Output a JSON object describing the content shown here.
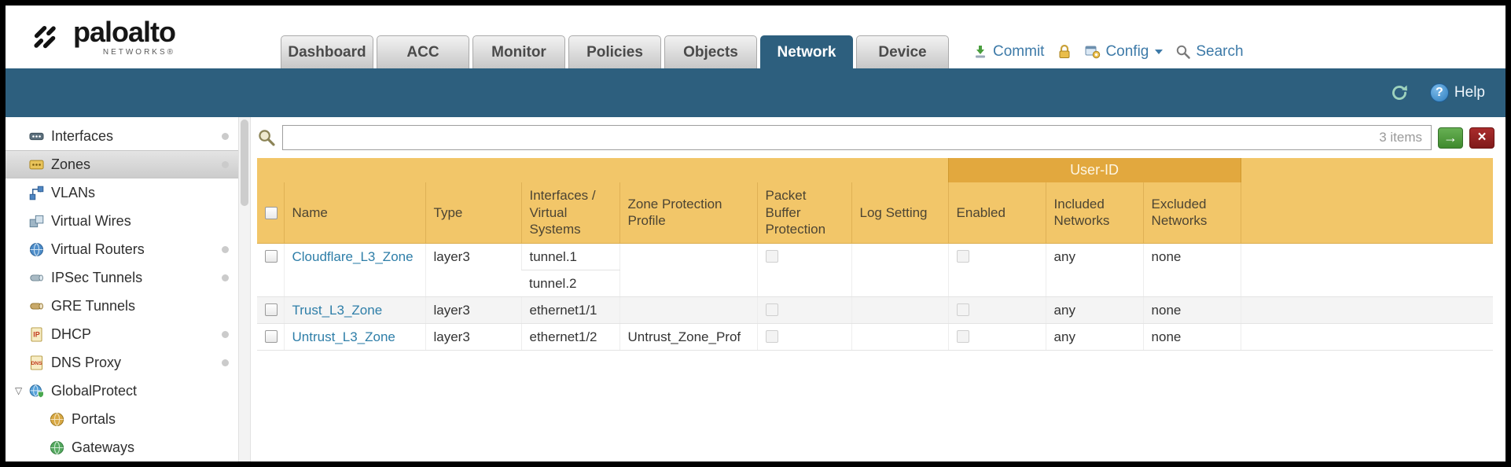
{
  "brand": {
    "name": "paloalto",
    "sub": "NETWORKS®"
  },
  "nav": {
    "tabs": [
      {
        "label": "Dashboard",
        "active": false
      },
      {
        "label": "ACC",
        "active": false
      },
      {
        "label": "Monitor",
        "active": false
      },
      {
        "label": "Policies",
        "active": false
      },
      {
        "label": "Objects",
        "active": false
      },
      {
        "label": "Network",
        "active": true
      },
      {
        "label": "Device",
        "active": false
      }
    ],
    "commit_label": "Commit",
    "config_label": "Config",
    "search_label": "Search"
  },
  "subheader": {
    "help_label": "Help"
  },
  "icons": {
    "caret_expanded": "▽",
    "config_caret": "▼",
    "apply_arrow": "→",
    "clear_x": "×",
    "help_qmark": "?"
  },
  "sidebar": {
    "items": [
      {
        "label": "Interfaces",
        "icon": "interfaces-icon",
        "dot": true,
        "level": 0
      },
      {
        "label": "Zones",
        "icon": "zones-icon",
        "dot": true,
        "level": 0,
        "selected": true
      },
      {
        "label": "VLANs",
        "icon": "vlans-icon",
        "dot": false,
        "level": 0
      },
      {
        "label": "Virtual Wires",
        "icon": "virtual-wires-icon",
        "dot": false,
        "level": 0
      },
      {
        "label": "Virtual Routers",
        "icon": "virtual-routers-icon",
        "dot": true,
        "level": 0
      },
      {
        "label": "IPSec Tunnels",
        "icon": "ipsec-tunnels-icon",
        "dot": true,
        "level": 0
      },
      {
        "label": "GRE Tunnels",
        "icon": "gre-tunnels-icon",
        "dot": false,
        "level": 0
      },
      {
        "label": "DHCP",
        "icon": "dhcp-icon",
        "dot": true,
        "level": 0
      },
      {
        "label": "DNS Proxy",
        "icon": "dns-proxy-icon",
        "dot": true,
        "level": 0
      },
      {
        "label": "GlobalProtect",
        "icon": "globalprotect-icon",
        "dot": false,
        "level": 0,
        "expanded": true
      },
      {
        "label": "Portals",
        "icon": "portals-icon",
        "dot": false,
        "level": 1
      },
      {
        "label": "Gateways",
        "icon": "gateways-icon",
        "dot": false,
        "level": 1
      }
    ]
  },
  "toolbar": {
    "filter_value": "",
    "items_count": "3 items"
  },
  "table": {
    "group_header": "User-ID",
    "columns": [
      "Name",
      "Type",
      "Interfaces / Virtual Systems",
      "Zone Protection Profile",
      "Packet Buffer Protection",
      "Log Setting",
      "Enabled",
      "Included Networks",
      "Excluded Networks"
    ],
    "rows": [
      {
        "name": "Cloudflare_L3_Zone",
        "type": "layer3",
        "interfaces": [
          "tunnel.1",
          "tunnel.2"
        ],
        "zone_protection_profile": "",
        "log_setting": "",
        "included_networks": "any",
        "excluded_networks": "none"
      },
      {
        "name": "Trust_L3_Zone",
        "type": "layer3",
        "interfaces": [
          "ethernet1/1"
        ],
        "zone_protection_profile": "",
        "log_setting": "",
        "included_networks": "any",
        "excluded_networks": "none"
      },
      {
        "name": "Untrust_L3_Zone",
        "type": "layer3",
        "interfaces": [
          "ethernet1/2"
        ],
        "zone_protection_profile": "Untrust_Zone_Prof",
        "log_setting": "",
        "included_networks": "any",
        "excluded_networks": "none"
      }
    ]
  }
}
